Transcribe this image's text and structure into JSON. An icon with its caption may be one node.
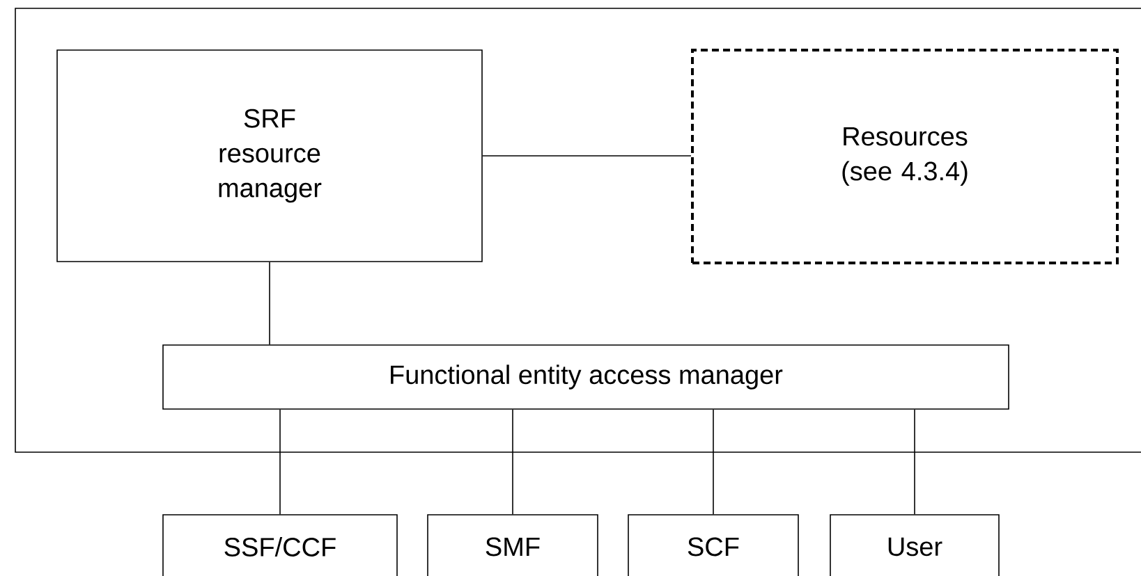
{
  "diagram": {
    "nodes": [
      {
        "text": [],
        "shape": "box"
      },
      {
        "text": [
          "SRF resource manager"
        ],
        "in": 0
      },
      {
        "text": [
          "Resources (see 4.3.4)"
        ],
        "in": 0
      },
      {
        "text": [
          "Functional entity access manager"
        ],
        "in": 0
      },
      {
        "text": [
          "SSF/CCF"
        ]
      },
      {
        "text": [
          "SMF"
        ]
      },
      {
        "text": [
          "SCF"
        ]
      },
      {
        "text": [
          "User"
        ]
      }
    ],
    "edges": [
      {
        "from": 1,
        "to": 2,
        "arrow": "none"
      },
      {
        "from": 1,
        "to": 3,
        "arrow": "none"
      },
      {
        "from": 3,
        "to": 4,
        "arrow": "none"
      },
      {
        "from": 3,
        "to": 5,
        "arrow": "none"
      },
      {
        "from": 3,
        "to": 6,
        "arrow": "none"
      },
      {
        "from": 3,
        "to": 7,
        "arrow": "none"
      }
    ]
  }
}
